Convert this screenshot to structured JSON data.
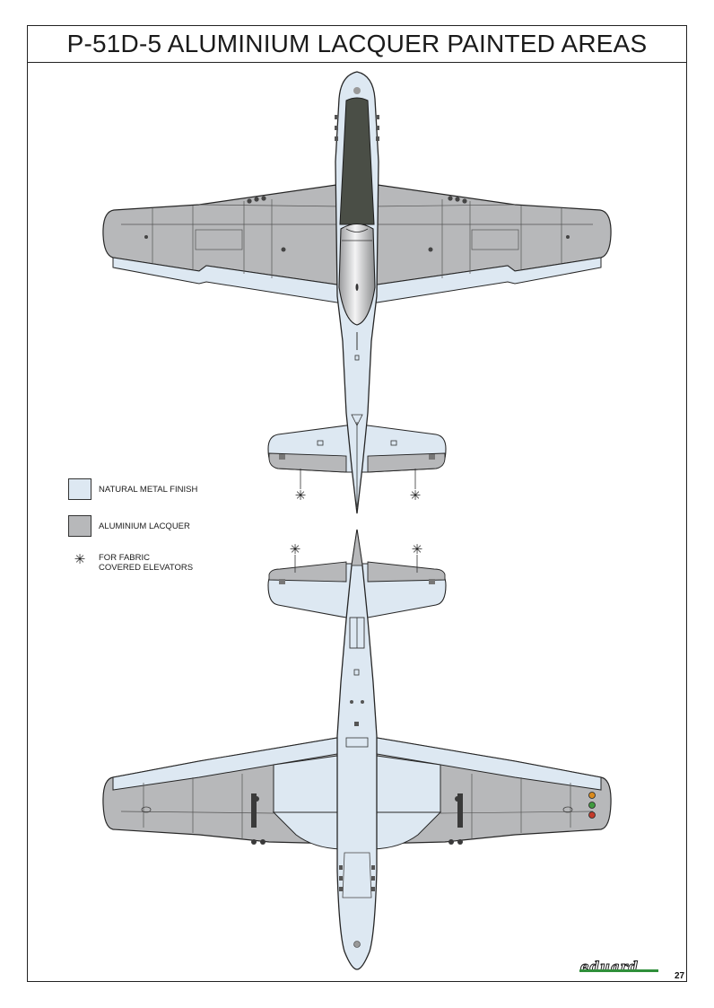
{
  "title": "P-51D-5 ALUMINIUM LACQUER PAINTED AREAS",
  "legend": {
    "natural_metal": {
      "label": "NATURAL METAL FINISH",
      "color": "#dde8f2"
    },
    "aluminium_lacquer": {
      "label": "ALUMINIUM LACQUER",
      "color": "#b7b8ba"
    },
    "fabric": {
      "symbol": "✳",
      "line1": "FOR FABRIC",
      "line2": "COVERED ELEVATORS"
    }
  },
  "colors": {
    "cockpit_glass": "#4a4e46",
    "canopy": "#e6e7e9",
    "outline": "#262626",
    "nav_light_amber": "#d98a1c",
    "nav_light_green": "#3f9a3f",
    "nav_light_red": "#c23a2a"
  },
  "views": [
    "top-view",
    "bottom-view"
  ],
  "icons": [
    "fabric-asterisk-icon",
    "navigation-lights-icon",
    "eduard-logo"
  ],
  "footer": {
    "logo_text": "eduard",
    "page_number": "27"
  }
}
